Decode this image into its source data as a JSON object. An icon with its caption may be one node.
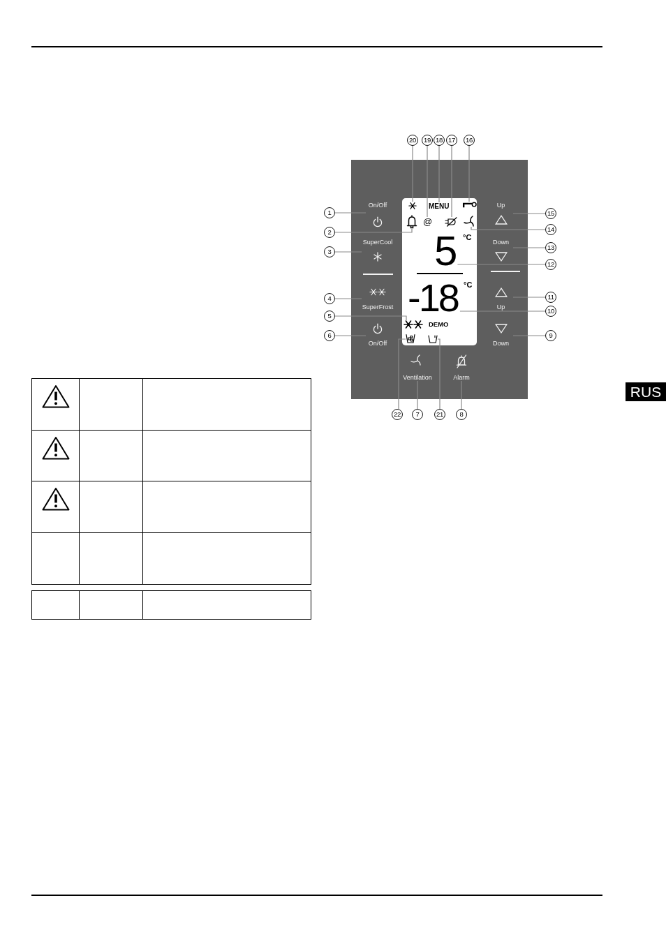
{
  "diagram": {
    "nodes": [
      {
        "text": [
          "20"
        ]
      },
      {
        "text": [
          "19"
        ]
      },
      {
        "text": [
          "18"
        ]
      },
      {
        "text": [
          "17"
        ]
      },
      {
        "text": [
          "16"
        ]
      },
      {
        "text": [],
        "shape": "box"
      },
      {
        "text": [],
        "shape": "box",
        "in": 5
      },
      {
        "text": [],
        "shape": "picture",
        "in": 6
      },
      {
        "text": [
          "MENU"
        ],
        "in": 6
      },
      {
        "text": [],
        "shape": "picture",
        "in": 6
      },
      {
        "text": [],
        "shape": "picture",
        "in": 6
      },
      {
        "text": [
          "@"
        ],
        "in": 6
      },
      {
        "text": [],
        "shape": "picture",
        "in": 6
      },
      {
        "text": [],
        "shape": "picture",
        "in": 6
      },
      {
        "text": [
          "5"
        ],
        "beside": [
          "°C"
        ],
        "in": 6
      },
      {
        "text": [
          "-18"
        ],
        "beside": [
          "°C"
        ],
        "in": 6
      },
      {
        "text": [],
        "shape": "picture",
        "in": 6
      },
      {
        "text": [],
        "shape": "picture",
        "in": 6
      },
      {
        "text": [],
        "shape": "picture",
        "in": 6
      },
      {
        "text": [
          "On/Off"
        ],
        "in": 5
      },
      {
        "text": [
          "Up"
        ],
        "in": 5
      },
      {
        "text": [
          "SuperCool"
        ],
        "in": 5
      },
      {
        "text": [
          "Down"
        ],
        "in": 5
      },
      {
        "text": [
          "SuperFrost"
        ],
        "in": 5
      },
      {
        "text": [
          "Up"
        ],
        "in": 5
      },
      {
        "text": [
          "On/Off"
        ],
        "in": 5
      },
      {
        "text": [
          "Down"
        ],
        "in": 5
      },
      {
        "text": [
          "Ventilation"
        ],
        "in": 5
      },
      {
        "text": [
          "Alarm"
        ],
        "in": 5
      },
      {
        "text": [
          "1"
        ]
      },
      {
        "text": [
          "15"
        ]
      },
      {
        "text": [
          "14"
        ]
      },
      {
        "text": [
          "2"
        ]
      },
      {
        "text": [
          "13"
        ]
      },
      {
        "text": [
          "3"
        ]
      },
      {
        "text": [
          "12"
        ]
      },
      {
        "text": [
          "11"
        ]
      },
      {
        "text": [
          "4"
        ]
      },
      {
        "text": [
          "10"
        ]
      },
      {
        "text": [
          "5"
        ]
      },
      {
        "text": [
          "6"
        ]
      },
      {
        "text": [
          "9"
        ]
      },
      {
        "text": [
          "22"
        ]
      },
      {
        "text": [
          "7"
        ]
      },
      {
        "text": [
          "21"
        ]
      },
      {
        "text": [
          "8"
        ]
      },
      {
        "text": [
          "RUS"
        ]
      }
    ],
    "edges": [
      {
        "from": 29,
        "to": 19,
        "arrow": "none"
      },
      {
        "from": 32,
        "to": 10,
        "arrow": "none"
      },
      {
        "from": 34,
        "to": 21,
        "arrow": "none"
      },
      {
        "from": 37,
        "to": 23,
        "arrow": "none"
      },
      {
        "from": 39,
        "to": 16,
        "arrow": "none"
      },
      {
        "from": 40,
        "to": 25,
        "arrow": "none"
      },
      {
        "from": 43,
        "to": 27,
        "arrow": "none"
      },
      {
        "from": 45,
        "to": 28,
        "arrow": "none"
      },
      {
        "from": 41,
        "to": 26,
        "arrow": "none"
      },
      {
        "from": 38,
        "to": 15,
        "arrow": "none"
      },
      {
        "from": 36,
        "to": 24,
        "arrow": "none"
      },
      {
        "from": 35,
        "to": 14,
        "arrow": "none"
      },
      {
        "from": 33,
        "to": 22,
        "arrow": "none"
      },
      {
        "from": 31,
        "to": 13,
        "arrow": "none"
      },
      {
        "from": 30,
        "to": 20,
        "arrow": "none"
      },
      {
        "from": 4,
        "to": 9,
        "arrow": "none"
      },
      {
        "from": 3,
        "to": 12,
        "arrow": "none"
      },
      {
        "from": 2,
        "to": 8,
        "arrow": "none"
      },
      {
        "from": 1,
        "to": 11,
        "arrow": "none"
      },
      {
        "from": 0,
        "to": 7,
        "arrow": "none"
      },
      {
        "from": 44,
        "to": 18,
        "arrow": "none"
      },
      {
        "from": 42,
        "to": 17,
        "arrow": "none"
      }
    ],
    "labels": [
      "DEMO"
    ]
  }
}
